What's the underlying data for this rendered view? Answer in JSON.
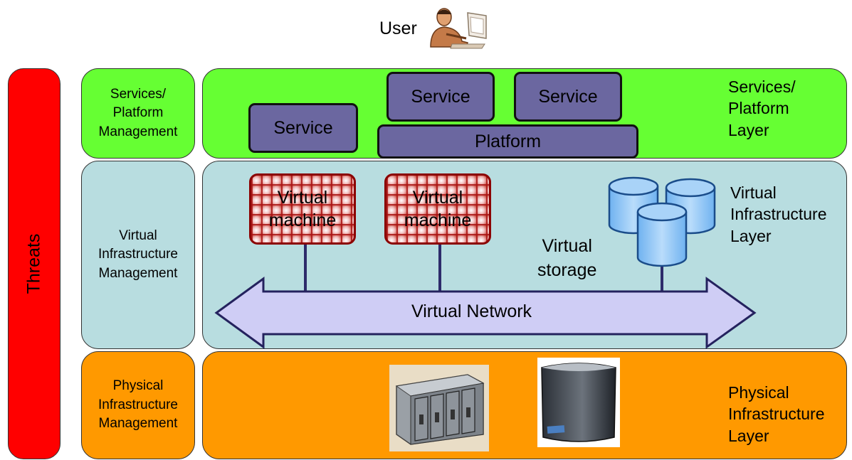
{
  "user": {
    "label": "User",
    "icon": "user-icon"
  },
  "threats": {
    "label": "Threats",
    "color": "#ff0000"
  },
  "management": {
    "services": "Services/\nPlatform\nManagement",
    "virtual": "Virtual\nInfrastructure\nManagement",
    "physical": "Physical\nInfrastructure\nManagement"
  },
  "layers": {
    "services": {
      "label": "Services/\nPlatform\nLayer",
      "color": "#66ff33",
      "services": [
        "Service",
        "Service",
        "Service"
      ],
      "platform": "Platform"
    },
    "virtual": {
      "label": "Virtual\nInfrastructure\nLayer",
      "color": "#b8dde0",
      "machines": [
        "Virtual\nmachine",
        "Virtual\nmachine"
      ],
      "storage": "Virtual\nstorage",
      "network": "Virtual Network"
    },
    "physical": {
      "label": "Physical\nInfrastructure\nLayer",
      "color": "#ff9900",
      "hardware": [
        "blade-server-rack-icon",
        "storage-box-icon"
      ]
    }
  }
}
